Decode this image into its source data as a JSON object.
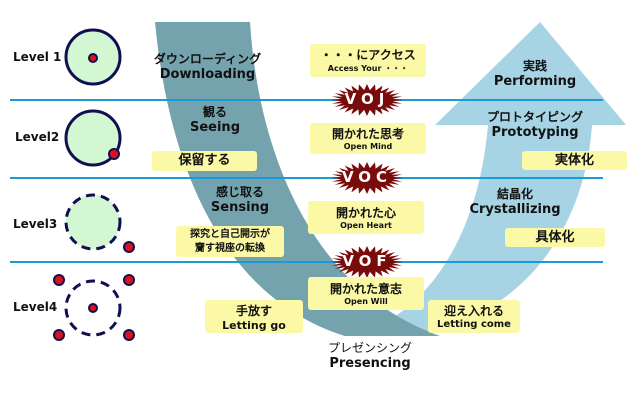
{
  "levels": [
    {
      "label": "Level 1"
    },
    {
      "label": "Level2"
    },
    {
      "label": "Level3"
    },
    {
      "label": "Level4"
    }
  ],
  "left_stages": [
    {
      "jp": "ダウンローディング",
      "en": "Downloading"
    },
    {
      "jp": "観る",
      "en": "Seeing"
    },
    {
      "jp": "感じ取る",
      "en": "Sensing"
    }
  ],
  "right_stages": [
    {
      "jp": "実践",
      "en": "Performing"
    },
    {
      "jp": "プロトタイピング",
      "en": "Prototyping"
    },
    {
      "jp": "結晶化",
      "en": "Crystallizing"
    }
  ],
  "bottom": {
    "jp": "プレゼンシング",
    "en": "Presencing"
  },
  "center_boxes": [
    {
      "jp": "・・・にアクセス",
      "en": "Access Your ・・・"
    },
    {
      "jp": "開かれた思考",
      "en": "Open Mind"
    },
    {
      "jp": "開かれた心",
      "en": "Open Heart"
    },
    {
      "jp": "開かれた意志",
      "en": "Open Will"
    }
  ],
  "voices": [
    "VOJ",
    "VOC",
    "VOF"
  ],
  "left_boxes": {
    "suspend": "保留する",
    "redirect_line1": "探究と自己開示が",
    "redirect_line2": "齎す視座の転換",
    "letting_go_jp": "手放す",
    "letting_go_en": "Letting go"
  },
  "right_boxes": {
    "enact": "実体化",
    "embody": "具体化",
    "letting_come_jp": "迎え入れる",
    "letting_come_en": "Letting come"
  },
  "colors": {
    "left_band": "#74a3ae",
    "right_arrow": "#a6d4e4",
    "divider": "#1a9ad6",
    "box": "#fbf8a6",
    "burst": "#7a0b0b",
    "circle_fill": "#d2f7d2",
    "circle_stroke": "#101050",
    "dot": "#e0101a"
  }
}
